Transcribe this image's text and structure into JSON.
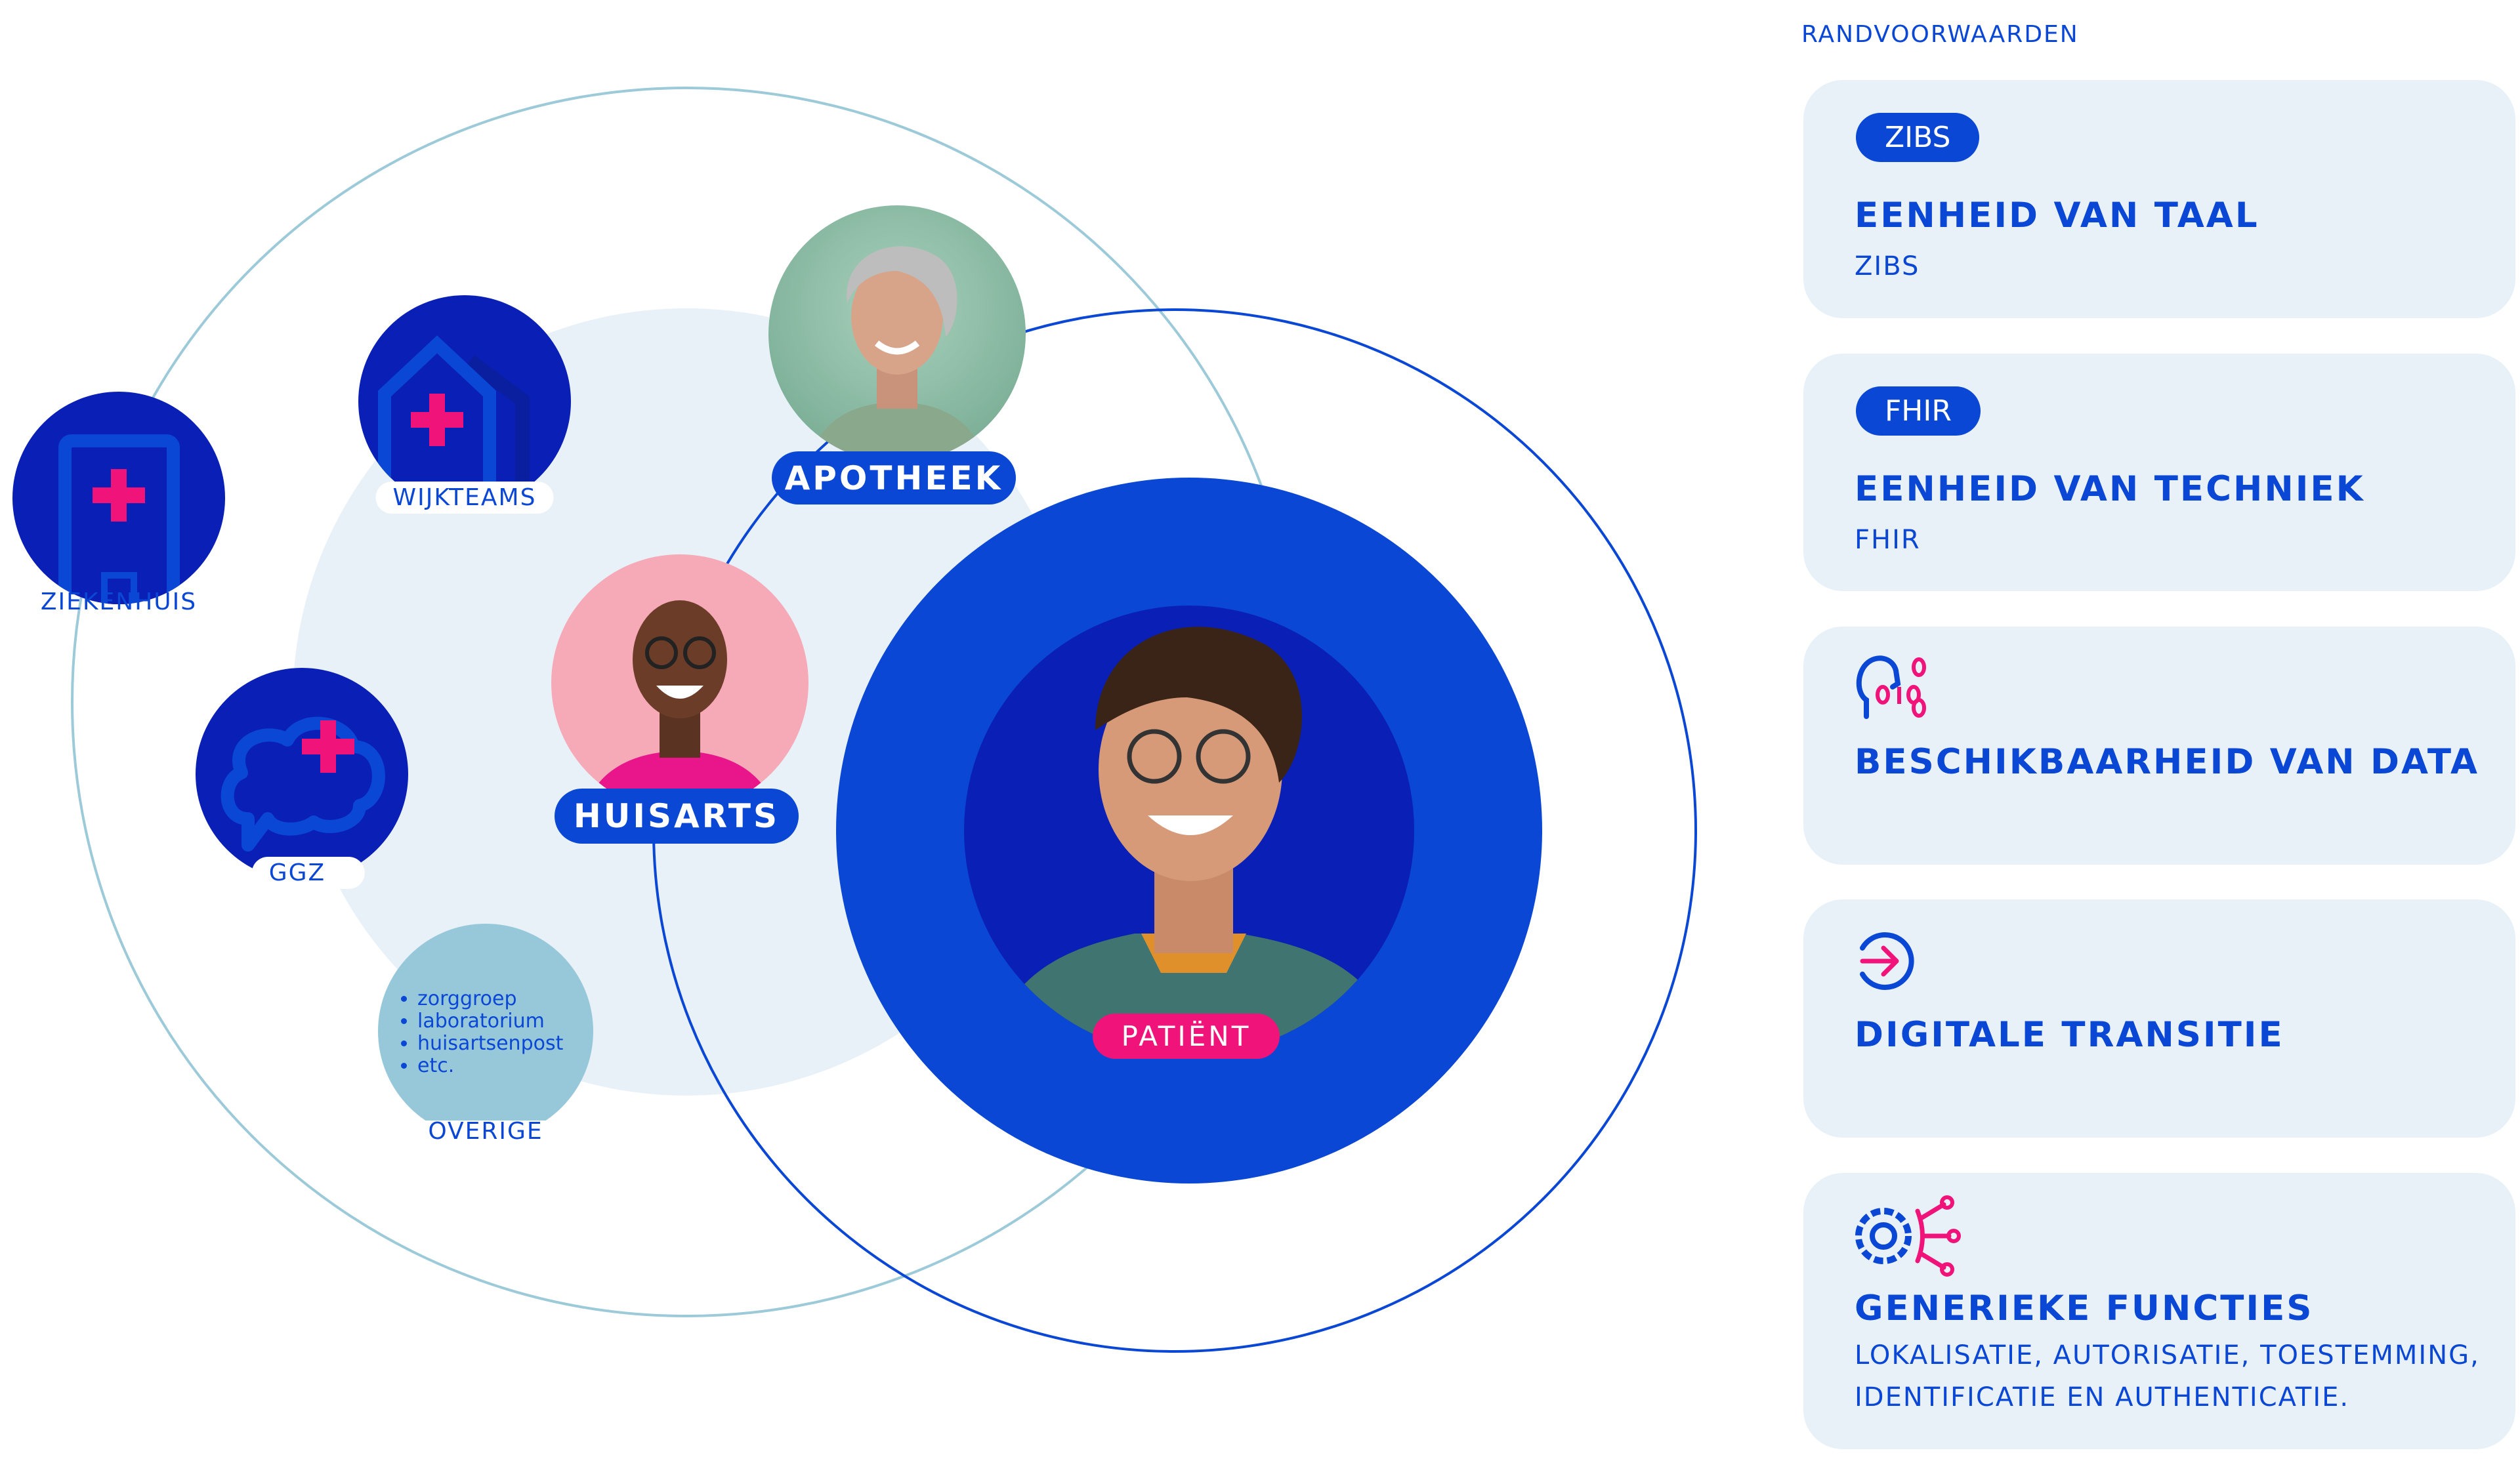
{
  "diagram": {
    "nodes": {
      "ziekenhuis": "ZIEKENHUIS",
      "wijkteams": "WIJKTEAMS",
      "ggz": "GGZ",
      "overige": "OVERIGE",
      "apotheek": "APOTHEEK",
      "huisarts": "HUISARTS",
      "patient": "PATIËNT"
    },
    "overige_items": [
      "zorggroep",
      "laboratorium",
      "huisartsenpost",
      "etc."
    ]
  },
  "panel": {
    "title": "RANDVOORWAARDEN",
    "cards": [
      {
        "badge": "ZIBS",
        "heading": "EENHEID VAN TAAL",
        "sub": "ZIBS"
      },
      {
        "badge": "FHIR",
        "heading": "EENHEID VAN TECHNIEK",
        "sub": "FHIR"
      },
      {
        "icon": "head-binary-icon",
        "heading": "BESCHIKBAARHEID VAN DATA"
      },
      {
        "icon": "login-arrow-icon",
        "heading": "DIGITALE TRANSITIE"
      },
      {
        "icon": "gear-network-icon",
        "heading": "GENERIEKE FUNCTIES",
        "sub_lines": [
          "LOKALISATIE, AUTORISATIE, TOESTEMMING,",
          "IDENTIFICATIE EN AUTHENTICATIE."
        ]
      }
    ]
  },
  "colors": {
    "primary": "#0a47d4",
    "dark": "#0a1fb5",
    "accent": "#f0147a",
    "light": "#e8f1f8",
    "teal": "#97c8da"
  }
}
